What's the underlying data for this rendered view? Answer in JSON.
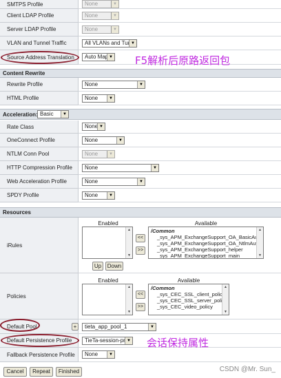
{
  "rows_top": [
    {
      "label": "SMTPS Profile",
      "value": "None",
      "disabled": true
    },
    {
      "label": "Client LDAP Profile",
      "value": "None",
      "disabled": true
    },
    {
      "label": "Server LDAP Profile",
      "value": "None",
      "disabled": true
    },
    {
      "label": "VLAN and Tunnel Traffic",
      "value": "All VLANs and Tunnels",
      "disabled": false
    },
    {
      "label": "Source Address Translation",
      "value": "Auto Map",
      "disabled": false
    }
  ],
  "annotation_f5": "F5解析后原路返回包",
  "content_rewrite": {
    "title": "Content Rewrite",
    "rows": [
      {
        "label": "Rewrite Profile",
        "value": "None"
      },
      {
        "label": "HTML Profile",
        "value": "None"
      }
    ]
  },
  "acceleration": {
    "title": "Acceleration:",
    "mode": "Basic",
    "rows": [
      {
        "label": "Rate Class",
        "value": "None",
        "disabled": false
      },
      {
        "label": "OneConnect Profile",
        "value": "None",
        "disabled": false
      },
      {
        "label": "NTLM Conn Pool",
        "value": "None",
        "disabled": true
      },
      {
        "label": "HTTP Compression Profile",
        "value": "None",
        "disabled": false
      },
      {
        "label": "Web Acceleration Profile",
        "value": "None",
        "disabled": false
      },
      {
        "label": "SPDY Profile",
        "value": "None",
        "disabled": false
      }
    ]
  },
  "resources": {
    "title": "Resources",
    "irules": {
      "label": "iRules",
      "enabled_header": "Enabled",
      "available_header": "Available",
      "available_items": [
        "/Common",
        "_sys_APM_ExchangeSupport_OA_BasicAuth",
        "_sys_APM_ExchangeSupport_OA_NtlmAuth",
        "_sys_APM_ExchangeSupport_helper",
        "_sys_APM_ExchangeSupport_main"
      ],
      "add_label": "<<",
      "remove_label": ">>",
      "up_label": "Up",
      "down_label": "Down"
    },
    "policies": {
      "label": "Policies",
      "enabled_header": "Enabled",
      "available_header": "Available",
      "available_items": [
        "/Common",
        "_sys_CEC_SSL_client_policy",
        "_sys_CEC_SSL_server_policy",
        "_sys_CEC_video_policy"
      ],
      "add_label": "<<",
      "remove_label": ">>"
    },
    "default_pool": {
      "label": "Default Pool",
      "plus": "+",
      "value": "tieta_app_pool_1"
    },
    "default_persistence": {
      "label": "Default Persistence Profile",
      "value": "TieTa-session-pr"
    },
    "fallback_persistence": {
      "label": "Fallback Persistence Profile",
      "value": "None"
    }
  },
  "annotation_session": "会话保持属性",
  "buttons": {
    "cancel": "Cancel",
    "repeat": "Repeat",
    "finished": "Finished"
  },
  "watermark": "CSDN @Mr. Sun_",
  "colors": {
    "annotation": "#c02ae0",
    "oval": "#8a1b2b"
  }
}
